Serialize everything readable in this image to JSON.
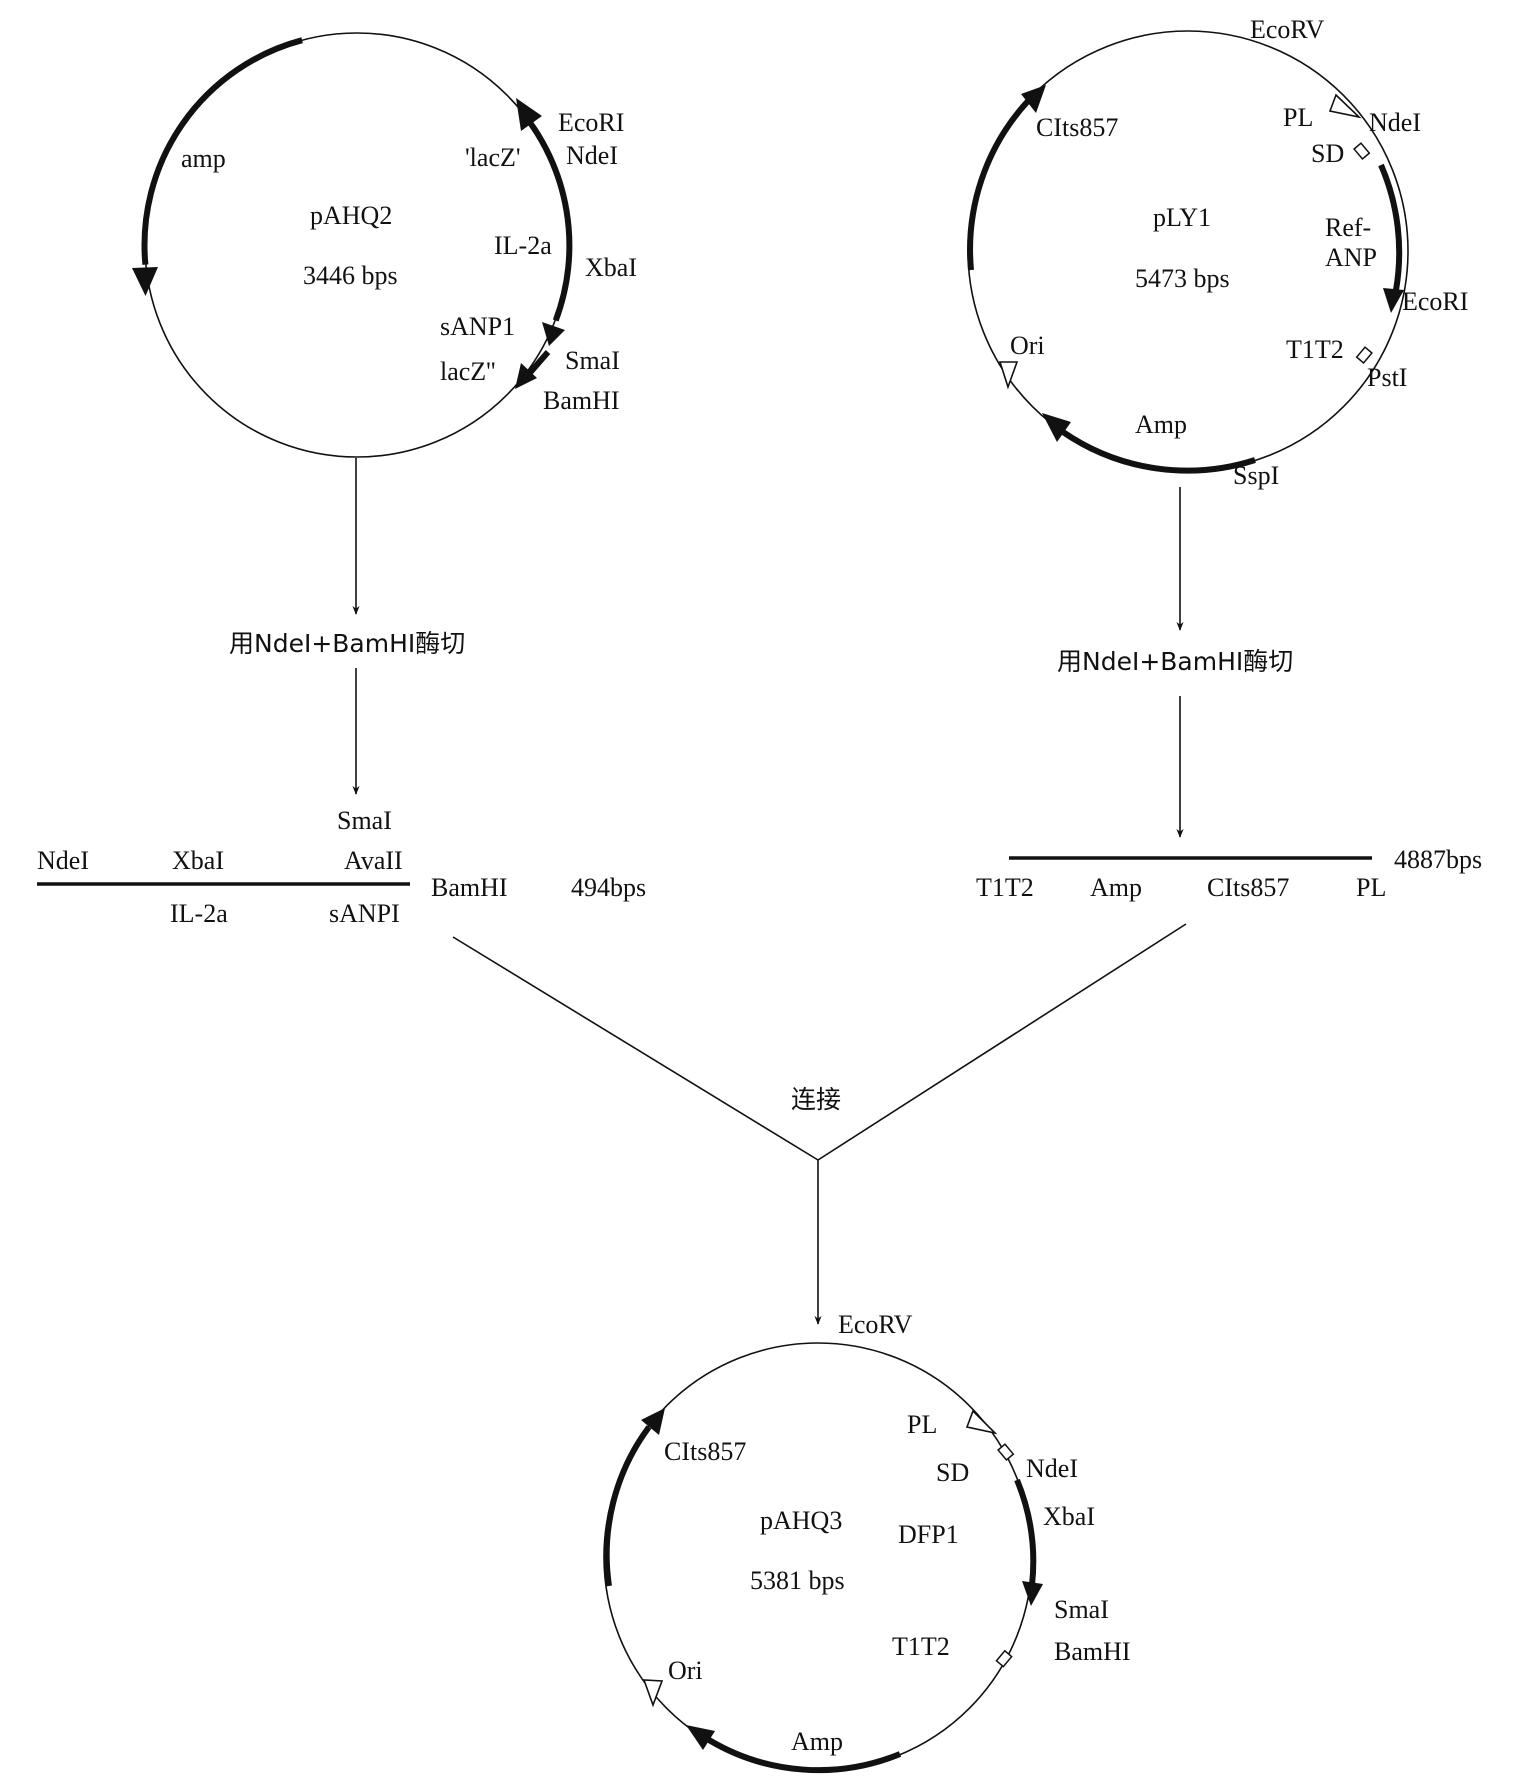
{
  "plasmid_pahq2": {
    "name": "pAHQ2",
    "size": "3446 bps",
    "labels": {
      "amp": "amp",
      "ecori": "EcoRI",
      "ndei": "NdeI",
      "lacz1": "'lacZ'",
      "il2a": "IL-2a",
      "xbai": "XbaI",
      "sanp1": "sANP1",
      "lacz2": "lacZ''",
      "smai": "SmaI",
      "bamhi": "BamHI"
    }
  },
  "plasmid_ply1": {
    "name": "pLY1",
    "size": "5473 bps",
    "labels": {
      "ecorv": "EcoRV",
      "clts": "CIts857",
      "pl": "PL",
      "ndei": "NdeI",
      "sd": "SD",
      "ref": "Ref-",
      "anp": "ANP",
      "ecori": "EcoRI",
      "ori": "Ori",
      "t1t2": "T1T2",
      "psti": "PstI",
      "amp": "Amp",
      "sspi": "SspI"
    }
  },
  "digest_left": {
    "label": "用NdeI+BamHI酶切"
  },
  "digest_right": {
    "label": "用NdeI+BamHI酶切"
  },
  "fragment_left": {
    "ndei": "NdeI",
    "xbai": "XbaI",
    "smai": "SmaI",
    "avaii": "AvaII",
    "il2a": "IL-2a",
    "sanpi": "sANPI",
    "bamhi": "BamHI",
    "size": "494bps"
  },
  "fragment_right": {
    "size": "4887bps",
    "t1t2": "T1T2",
    "amp": "Amp",
    "clts": "CIts857",
    "pl": "PL"
  },
  "ligation": {
    "label": "连接"
  },
  "plasmid_pahq3": {
    "name": "pAHQ3",
    "size": "5381 bps",
    "labels": {
      "ecorv": "EcoRV",
      "clts": "CIts857",
      "pl": "PL",
      "sd": "SD",
      "ndei": "NdeI",
      "xbai": "XbaI",
      "dfp1": "DFP1",
      "smai": "SmaI",
      "bamhi": "BamHI",
      "t1t2": "T1T2",
      "ori": "Ori",
      "amp": "Amp"
    }
  }
}
